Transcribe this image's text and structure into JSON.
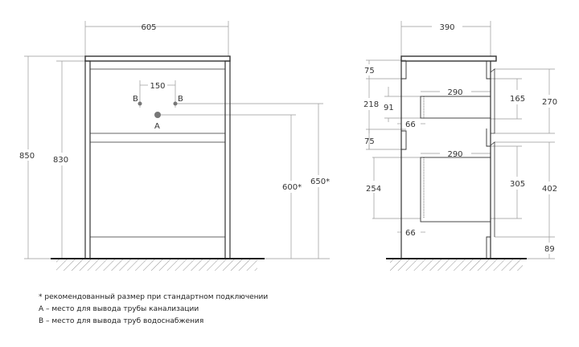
{
  "front": {
    "width": "605",
    "height_total": "850",
    "height_body": "830",
    "supply_spacing": "150",
    "label_a": "A",
    "label_b": "B",
    "drain_height": "600*",
    "supply_height": "650*"
  },
  "side": {
    "depth": "390",
    "top_rail": "75",
    "upper_gap": "218",
    "upper_drawer_h": "91",
    "offset_upper": "66",
    "mid_rail": "75",
    "upper_drawer_w": "290",
    "lower_drawer_w": "290",
    "lower_drawer_h": "254",
    "offset_lower": "66",
    "right_165": "165",
    "right_270": "270",
    "right_305": "305",
    "right_402": "402",
    "right_89": "89"
  },
  "notes": [
    "* рекомендованный размер при стандартном подключении",
    "А – место для вывода трубы канализации",
    "В – место для вывода труб водоснабжения"
  ]
}
